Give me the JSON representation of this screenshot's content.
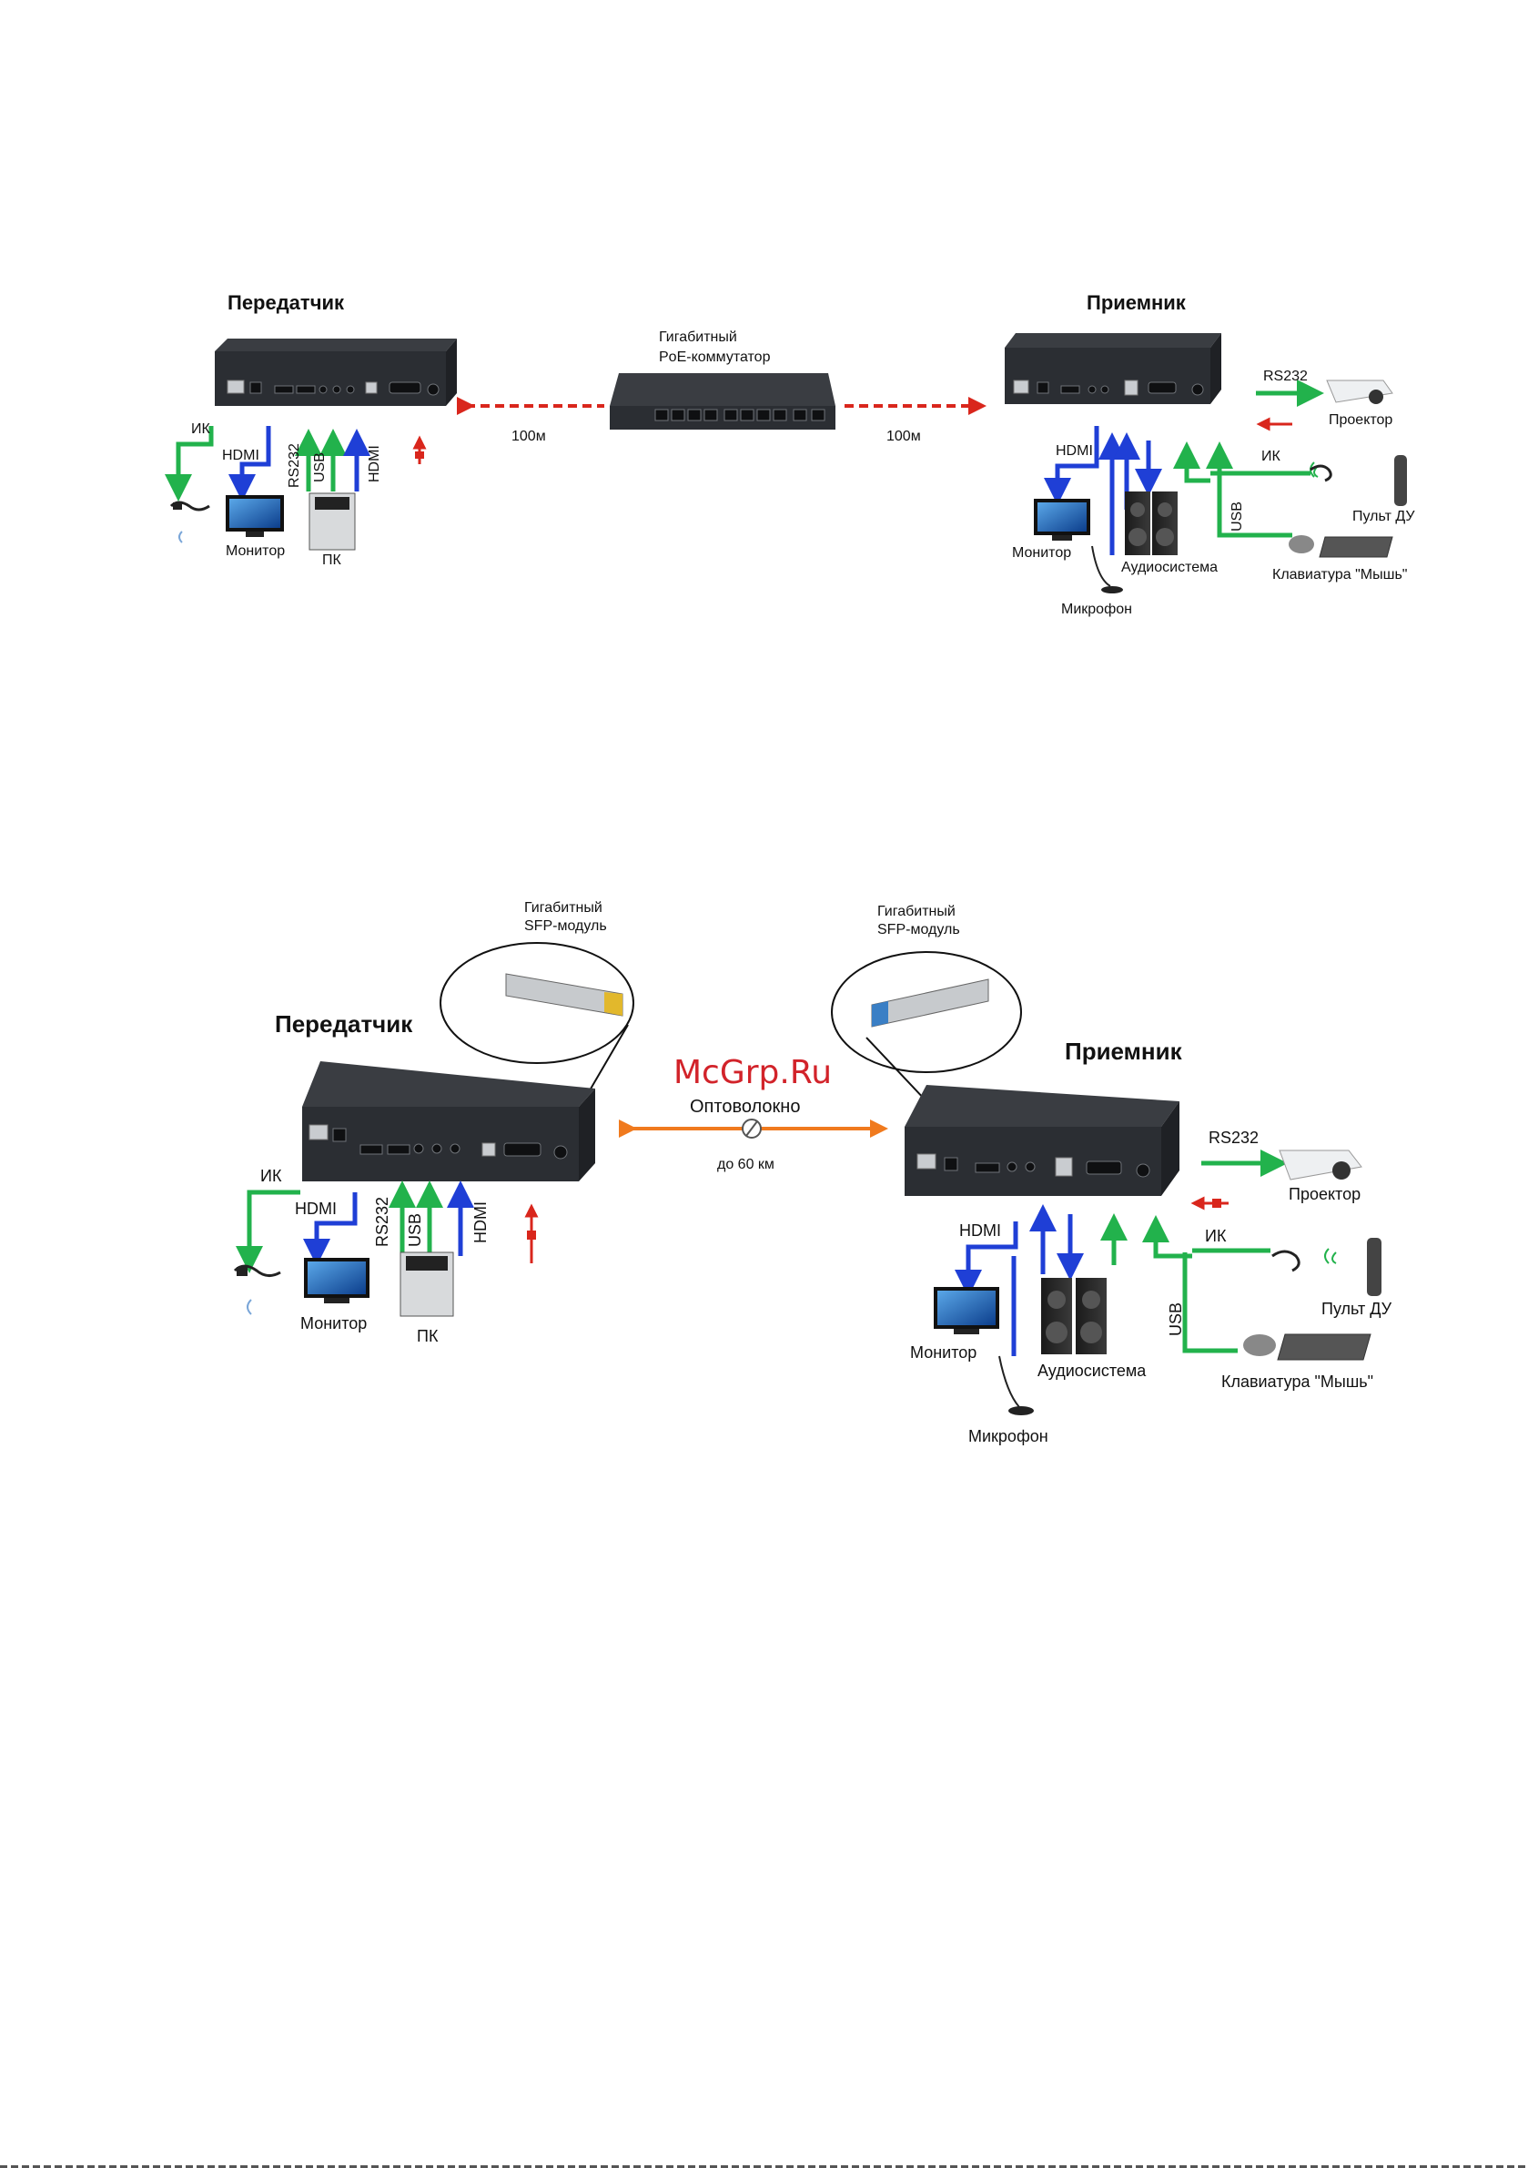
{
  "watermark": "McGrp.Ru",
  "diagram1": {
    "transmitter_title": "Передатчик",
    "receiver_title": "Приемник",
    "switch_label_line1": "Гигабитный",
    "switch_label_line2": "PoE-коммутатор",
    "distance_left": "100м",
    "distance_right": "100м",
    "tx": {
      "ir": "ИК",
      "hdmi_out": "HDMI",
      "rs232": "RS232",
      "usb": "USB",
      "hdmi_in": "HDMI",
      "monitor": "Монитор",
      "pc": "ПК"
    },
    "rx": {
      "hdmi": "HDMI",
      "rs232": "RS232",
      "ir": "ИК",
      "usb": "USB",
      "projector": "Проектор",
      "remote": "Пульт ДУ",
      "monitor": "Монитор",
      "audio": "Аудиосистема",
      "keyboard": "Клавиатура \"Мышь\"",
      "mic": "Микрофон"
    }
  },
  "diagram2": {
    "transmitter_title": "Передатчик",
    "receiver_title": "Приемник",
    "sfp_left_line1": "Гигабитный",
    "sfp_left_line2": "SFP-модуль",
    "sfp_right_line1": "Гигабитный",
    "sfp_right_line2": "SFP-модуль",
    "fiber_label": "Оптоволокно",
    "fiber_distance": "до 60 км",
    "tx": {
      "ir": "ИК",
      "hdmi_out": "HDMI",
      "rs232": "RS232",
      "usb": "USB",
      "hdmi_in": "HDMI",
      "monitor": "Монитор",
      "pc": "ПК"
    },
    "rx": {
      "hdmi": "HDMI",
      "rs232": "RS232",
      "ir": "ИК",
      "usb": "USB",
      "projector": "Проектор",
      "remote": "Пульт ДУ",
      "monitor": "Монитор",
      "audio": "Аудиосистема",
      "keyboard": "Клавиатура \"Мышь\"",
      "mic": "Микрофон"
    }
  },
  "colors": {
    "green": "#22b24c",
    "blue": "#1f3fd6",
    "red": "#d9261c",
    "orange": "#f07a1e",
    "device": "#2e3136"
  }
}
